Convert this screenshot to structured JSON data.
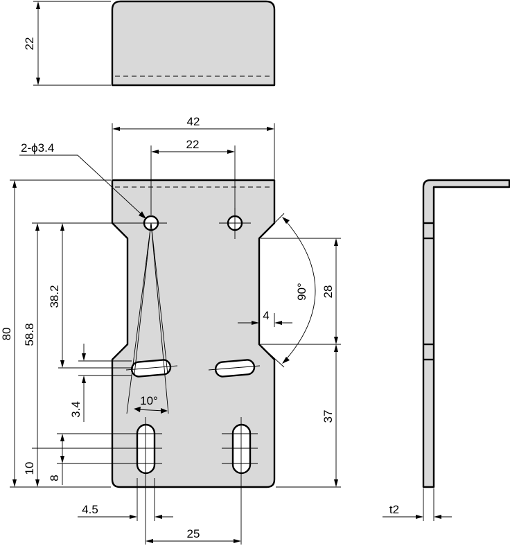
{
  "drawing": {
    "labels": {
      "flange_height": "22",
      "overall_width": "42",
      "hole_pitch": "22",
      "hole_callout": "2-ϕ3.4",
      "overall_height": "80",
      "upper_to_hole": "58.8",
      "hole_to_slot": "38.2",
      "slot_width": "3.4",
      "slot_angle": "10°",
      "bottom_slot_offset": "10",
      "bottom_slot_length": "8",
      "slot_offset_x": "4.5",
      "slot_pitch": "25",
      "notch_length": "28",
      "notch_depth": "4",
      "notch_angle": "90°",
      "lower_length": "37",
      "thickness": "t2"
    }
  }
}
